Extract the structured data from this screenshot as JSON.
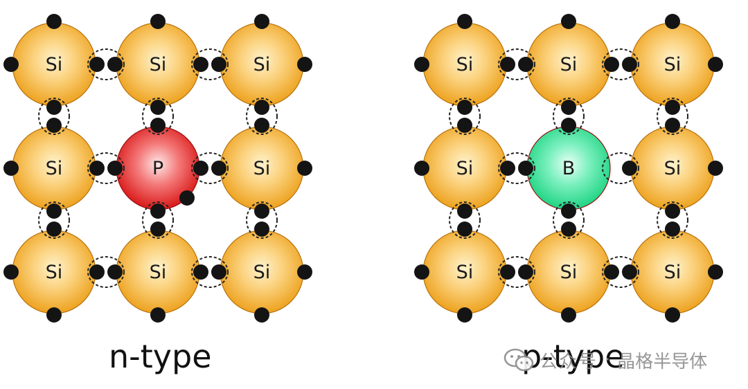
{
  "lattices": [
    {
      "id": "n-type",
      "caption": "n-type",
      "atoms": [
        [
          "Si",
          "Si",
          "Si"
        ],
        [
          "Si",
          "P",
          "Si"
        ],
        [
          "Si",
          "Si",
          "Si"
        ]
      ],
      "dopant": {
        "row": 1,
        "col": 1,
        "symbol": "P",
        "color": "#e02020",
        "extra": "free electron"
      }
    },
    {
      "id": "p-type",
      "caption": "p-type",
      "atoms": [
        [
          "Si",
          "Si",
          "Si"
        ],
        [
          "Si",
          "B",
          "Si"
        ],
        [
          "Si",
          "Si",
          "Si"
        ]
      ],
      "dopant": {
        "row": 1,
        "col": 1,
        "symbol": "B",
        "color": "#2ed98a",
        "extra": "hole"
      }
    }
  ],
  "colors": {
    "silicon": "#f2a72a",
    "silicon_light": "#fde9b6",
    "electron": "#141414",
    "bond": "#222222"
  },
  "watermark": {
    "icon": "wechat-icon",
    "name": "公众号",
    "separator": "·",
    "account": "晶格半导体"
  }
}
